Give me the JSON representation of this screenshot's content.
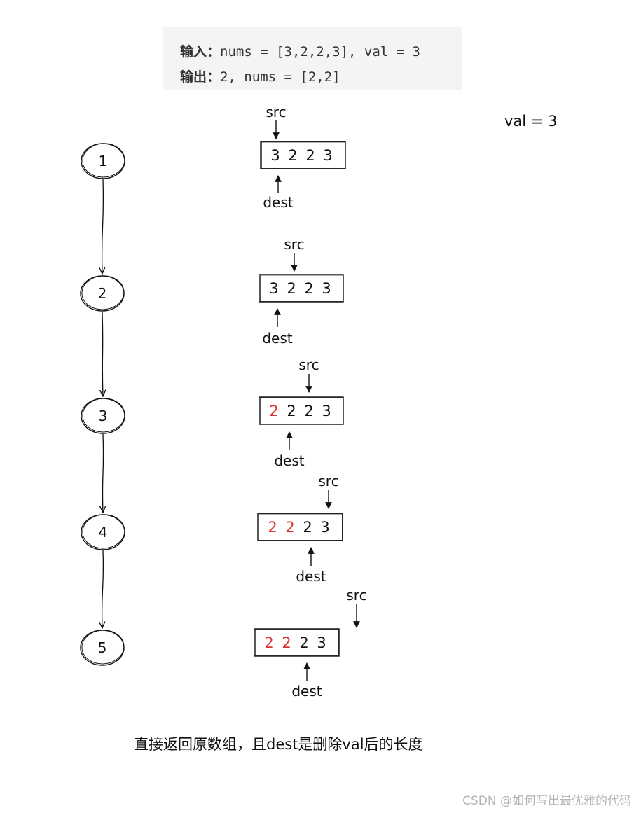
{
  "example": {
    "input_label": "输入：",
    "input_text": "nums = [3,2,2,3], val = 3",
    "output_label": "输出：",
    "output_text": "2, nums = [2,2]"
  },
  "val_label": "val = 3",
  "steps": [
    {
      "label": "1",
      "cells": [
        "3",
        "2",
        "2",
        "3"
      ],
      "red": [
        false,
        false,
        false,
        false
      ],
      "src": "src",
      "dest": "dest"
    },
    {
      "label": "2",
      "cells": [
        "3",
        "2",
        "2",
        "3"
      ],
      "red": [
        false,
        false,
        false,
        false
      ],
      "src": "src",
      "dest": "dest"
    },
    {
      "label": "3",
      "cells": [
        "2",
        "2",
        "2",
        "3"
      ],
      "red": [
        true,
        false,
        false,
        false
      ],
      "src": "src",
      "dest": "dest"
    },
    {
      "label": "4",
      "cells": [
        "2",
        "2",
        "2",
        "3"
      ],
      "red": [
        true,
        true,
        false,
        false
      ],
      "src": "src",
      "dest": "dest"
    },
    {
      "label": "5",
      "cells": [
        "2",
        "2",
        "2",
        "3"
      ],
      "red": [
        true,
        true,
        false,
        false
      ],
      "src": "src",
      "dest": "dest"
    }
  ],
  "note": "直接返回原数组，且dest是删除val后的长度",
  "watermark": "CSDN @如何写出最优雅的代码",
  "colors": {
    "highlight": "#e03131",
    "text": "#111111"
  }
}
